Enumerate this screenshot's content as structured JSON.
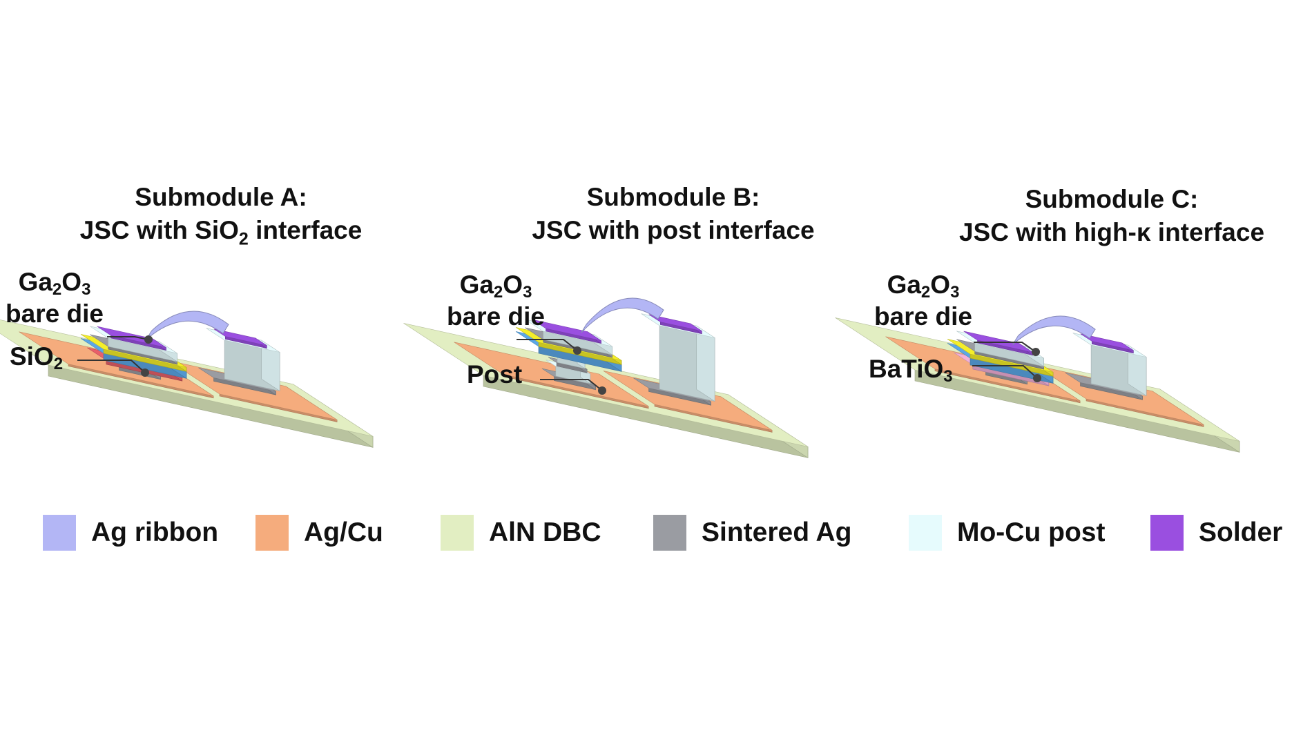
{
  "submodules": [
    {
      "title1": "Submodule A:",
      "title2_pre": "JSC with SiO",
      "title2_sub": "2",
      "title2_post": " interface",
      "die_pre": "Ga",
      "die_sub1": "2",
      "die_mid": "O",
      "die_sub2": "3",
      "die_line2": "bare die",
      "iface_pre": "SiO",
      "iface_sub": "2",
      "iface_color": "#e8606a"
    },
    {
      "title1": "Submodule B:",
      "title2_pre": "JSC with post interface",
      "title2_sub": "",
      "title2_post": "",
      "die_pre": "Ga",
      "die_sub1": "2",
      "die_mid": "O",
      "die_sub2": "3",
      "die_line2": "bare die",
      "iface_pre": "Post",
      "iface_sub": "",
      "iface_color": "#e8fafd"
    },
    {
      "title1": "Submodule C:",
      "title2_pre": "JSC with high-κ interface",
      "title2_sub": "",
      "title2_post": "",
      "die_pre": "Ga",
      "die_sub1": "2",
      "die_mid": "O",
      "die_sub2": "3",
      "die_line2": "bare die",
      "iface_pre": "BaTiO",
      "iface_sub": "3",
      "iface_color": "#f3b0d8"
    }
  ],
  "legend": [
    {
      "label": "Ag ribbon",
      "color": "#b3b6f5"
    },
    {
      "label": "Ag/Cu",
      "color": "#f5ac7d"
    },
    {
      "label": "AlN DBC",
      "color": "#e2eec2"
    },
    {
      "label": "Sintered Ag",
      "color": "#9a9ca2"
    },
    {
      "label": "Mo-Cu post",
      "color": "#e6fbfd"
    },
    {
      "label": "Solder",
      "color": "#9a4fe0"
    }
  ],
  "colors": {
    "substrate_top": "#e2eec2",
    "substrate_side": "#c9d8a3",
    "copper": "#f5ac7d",
    "sintered_ag": "#9a9ca2",
    "die_yellow": "#f4ee2a",
    "die_blue": "#5ba7e6",
    "post": "#e6fbfd",
    "ribbon": "#b3b6f5",
    "solder": "#9a4fe0"
  }
}
